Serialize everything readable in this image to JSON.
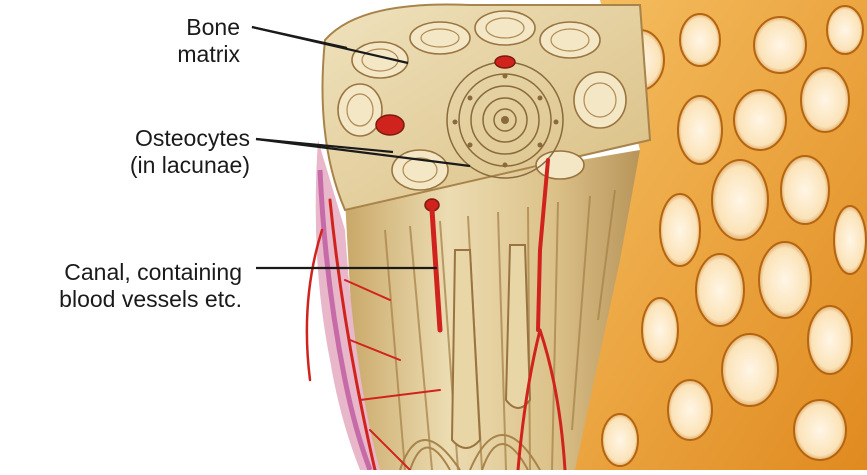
{
  "figure": {
    "labels": {
      "bone_matrix": [
        "Bone",
        "matrix"
      ],
      "osteocytes": [
        "Osteocytes",
        "(in lacunae)"
      ],
      "canal": [
        "Canal, containing",
        "blood vessels etc."
      ]
    },
    "colors": {
      "label_text": "#1a1a1a",
      "leader_line": "#1a1a1a",
      "compact_bone_light": "#efe2bd",
      "compact_bone_mid": "#d9be82",
      "compact_bone_dark": "#a8834a",
      "spongy_bone": "#f0a73a",
      "spongy_bone_dark": "#c46f14",
      "blood_vessel": "#d0231d",
      "periosteum": "#c76aa8"
    }
  }
}
